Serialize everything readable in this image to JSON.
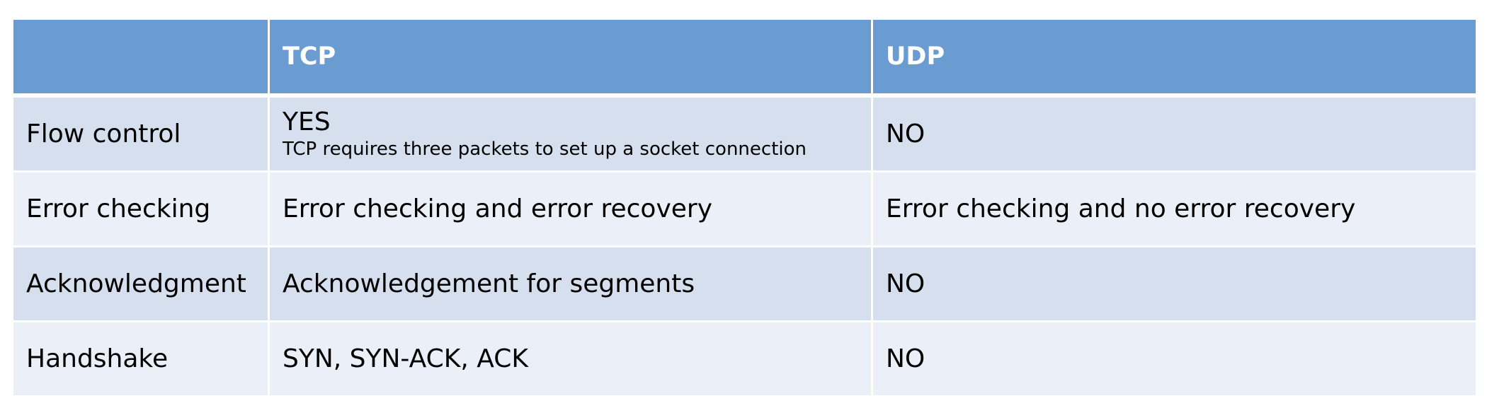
{
  "table": {
    "headers": [
      "",
      "TCP",
      "UDP"
    ],
    "rows": [
      {
        "feature": "Flow control",
        "tcp": "YES",
        "tcp_note": "TCP requires three packets to set up a socket connection",
        "udp": "NO"
      },
      {
        "feature": "Error checking",
        "tcp": "Error checking and error recovery",
        "udp": "Error checking and no error recovery"
      },
      {
        "feature": "Acknowledgment",
        "tcp": "Acknowledgement for segments",
        "udp": "NO"
      },
      {
        "feature": "Handshake",
        "tcp": "SYN, SYN-ACK, ACK",
        "udp": "NO"
      }
    ]
  },
  "colors": {
    "header_bg": "#6a9bd1",
    "row_shade_a": "#d5dfed",
    "row_shade_b": "#ebeff7"
  }
}
